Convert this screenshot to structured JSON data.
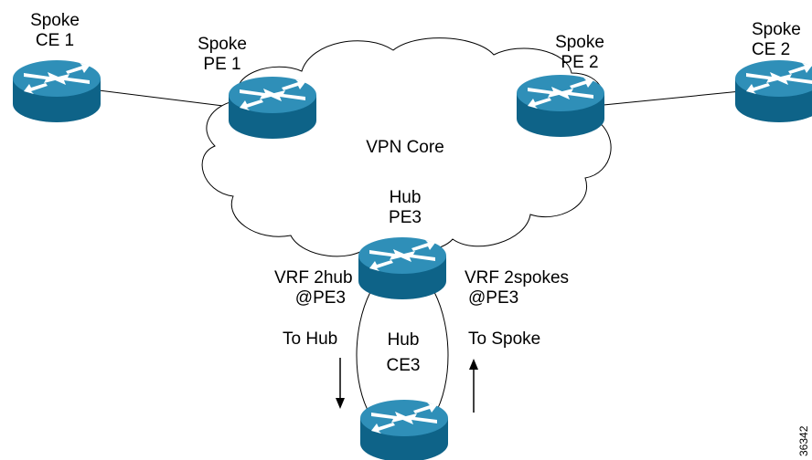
{
  "labels": {
    "spoke_ce1": [
      "Spoke",
      "CE 1"
    ],
    "spoke_pe1": [
      "Spoke",
      "PE 1"
    ],
    "spoke_pe2": [
      "Spoke",
      "PE 2"
    ],
    "spoke_ce2": [
      "Spoke",
      "CE 2"
    ],
    "vpn_core": "VPN Core",
    "hub_pe3": [
      "Hub",
      "PE3"
    ],
    "vrf_2hub": [
      "VRF 2hub",
      "@PE3"
    ],
    "vrf_2spokes": [
      "VRF 2spokes",
      "@PE3"
    ],
    "to_hub": "To Hub",
    "to_spoke": "To Spoke",
    "hub_ce3": [
      "Hub",
      "CE3"
    ],
    "figure_id": "36342"
  },
  "colors": {
    "router_top": "#2f8fb8",
    "router_side": "#0e6388",
    "router_arrow": "#ffffff",
    "line": "#000000"
  }
}
